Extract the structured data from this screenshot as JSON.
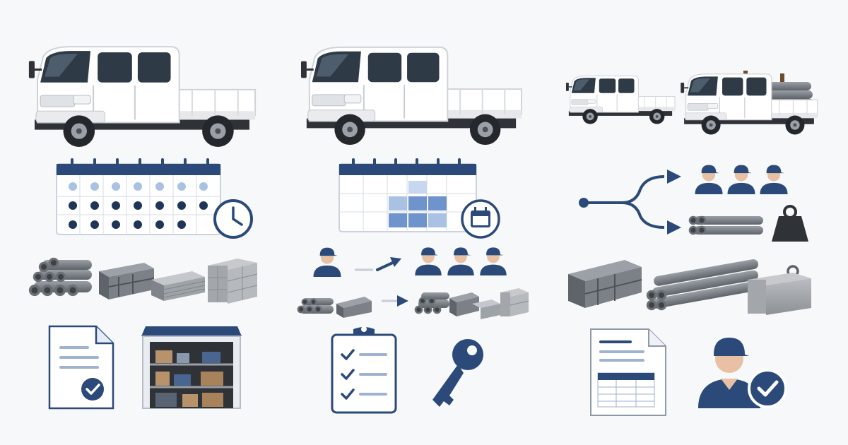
{
  "palette": {
    "navy": "#2b4a7a",
    "navy_dark": "#1f3558",
    "light_blue": "#a9c1e3",
    "mid_blue": "#6f93cc",
    "steel": "#8b9096",
    "steel_dark": "#5d6268",
    "truck_white": "#ffffff",
    "background": "#f7f8fa"
  },
  "columns": [
    {
      "name": "column-1",
      "icons": [
        "truck-icon",
        "monthly-calendar-icon",
        "clock-icon",
        "steel-pipes-icon",
        "steel-beams-icon",
        "steel-plates-icon",
        "concrete-blocks-icon",
        "document-check-icon",
        "warehouse-storage-icon"
      ]
    },
    {
      "name": "column-2",
      "icons": [
        "truck-icon",
        "weekly-calendar-icon",
        "calendar-badge-icon",
        "worker-icon",
        "arrow-right-icon",
        "worker-group-icon",
        "small-materials-icon",
        "materials-group-icon",
        "checklist-clipboard-icon",
        "key-icon"
      ]
    },
    {
      "name": "column-3",
      "icons": [
        "two-trucks-icon",
        "split-arrow-icon",
        "worker-group-icon",
        "pipes-icon",
        "weight-icon",
        "steel-beams-icon",
        "long-pipes-icon",
        "concrete-weight-block-icon",
        "spreadsheet-document-icon",
        "verified-worker-icon"
      ]
    }
  ]
}
